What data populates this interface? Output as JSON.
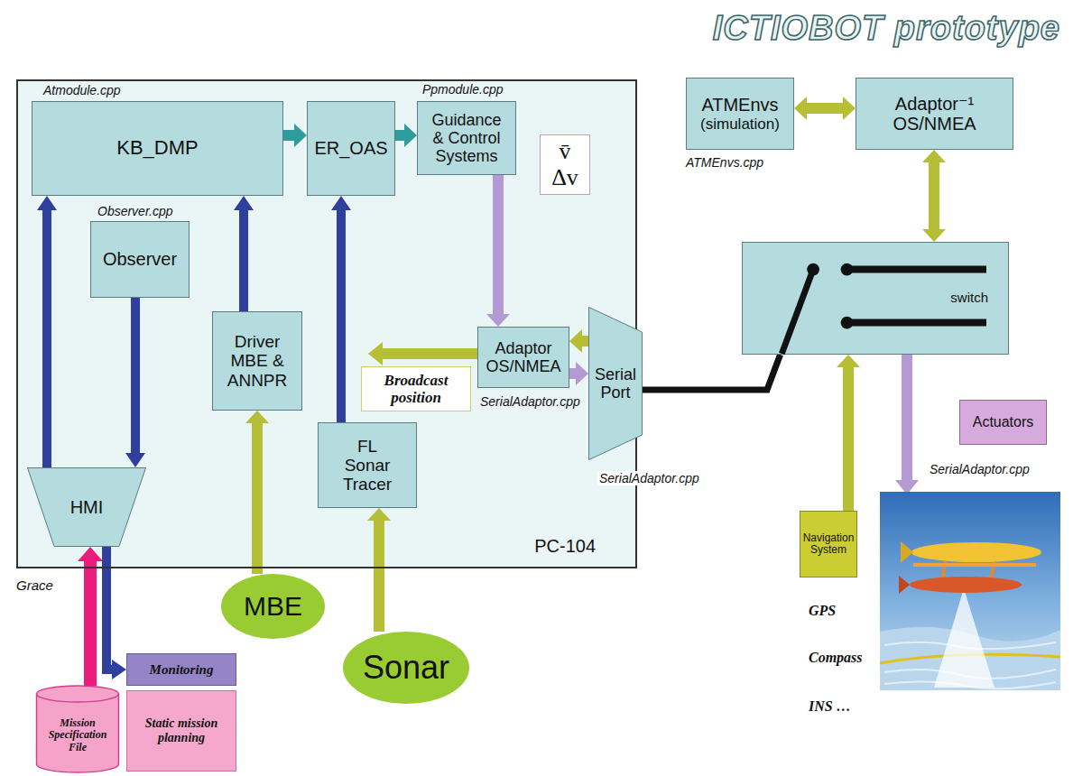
{
  "diagram": {
    "title": "ICTIOBOT prototype",
    "nodes": [
      {
        "text": [
          "PC-104"
        ]
      },
      {
        "text": [
          "KB_DMP"
        ],
        "in": 0
      },
      {
        "text": [
          "ER_OAS"
        ],
        "in": 0
      },
      {
        "text": [
          "Guidance & Control Systems"
        ],
        "in": 0
      },
      {
        "text": [
          "Observer"
        ],
        "in": 0
      },
      {
        "text": [
          "Adaptor OS/NMEA"
        ],
        "in": 0
      },
      {
        "text": [
          "Broadcast position"
        ],
        "in": 0
      },
      {
        "text": [
          "Driver MBE & ANNPR"
        ],
        "in": 0
      },
      {
        "text": [
          "FL Sonar Tracer"
        ],
        "in": 0
      },
      {
        "text": [
          "HMI"
        ],
        "in": 0
      },
      {
        "text": [
          "ATMEnvs",
          "(simulation)"
        ]
      },
      {
        "text": [
          "Adaptor⁻¹ OS/NMEA"
        ]
      },
      {
        "text": [
          "v̄",
          "Δv"
        ]
      },
      {
        "text": [
          "Serial Port"
        ]
      },
      {
        "text": [
          "switch"
        ]
      },
      {
        "text": [
          "Actuators"
        ]
      },
      {
        "text": [
          "Navigation System"
        ]
      },
      {
        "text": [
          "MBE"
        ]
      },
      {
        "text": [
          "Sonar"
        ]
      },
      {
        "text": [
          "Monitoring"
        ]
      },
      {
        "text": [
          "Mission Specification File"
        ]
      },
      {
        "text": [
          "Static mission planning"
        ]
      }
    ],
    "edges": [
      {
        "from": 1,
        "to": 2,
        "arrow": "to"
      },
      {
        "from": 2,
        "to": 3,
        "arrow": "to"
      },
      {
        "from": 9,
        "to": 1,
        "arrow": "to"
      },
      {
        "from": 4,
        "to": 9,
        "arrow": "to"
      },
      {
        "from": 7,
        "to": 1,
        "arrow": "to"
      },
      {
        "from": 8,
        "to": 2,
        "arrow": "to"
      },
      {
        "from": 3,
        "to": 5,
        "arrow": "to"
      },
      {
        "from": 13,
        "to": 5,
        "arrow": "to"
      },
      {
        "from": 5,
        "to": 13,
        "arrow": "to"
      },
      {
        "from": 13,
        "to": 14,
        "arrow": "none"
      },
      {
        "from": 10,
        "to": 11,
        "arrow": "both"
      },
      {
        "from": 11,
        "to": 14,
        "arrow": "both"
      },
      {
        "from": 16,
        "to": 14,
        "arrow": "to"
      },
      {
        "from": 17,
        "to": 7,
        "arrow": "to"
      },
      {
        "from": 18,
        "to": 8,
        "arrow": "to"
      },
      {
        "from": 20,
        "to": 9,
        "arrow": "to"
      },
      {
        "from": 9,
        "to": 19,
        "arrow": "to"
      }
    ],
    "labels": [
      "Atmodule.cpp",
      "Ppmodule.cpp",
      "Observer.cpp",
      "SerialAdaptor.cpp",
      "ATMEnvs.cpp",
      "SerialAdaptor.cpp",
      "SerialAdaptor.cpp",
      "Grace",
      "GPS",
      "Compass",
      "INS …"
    ]
  }
}
